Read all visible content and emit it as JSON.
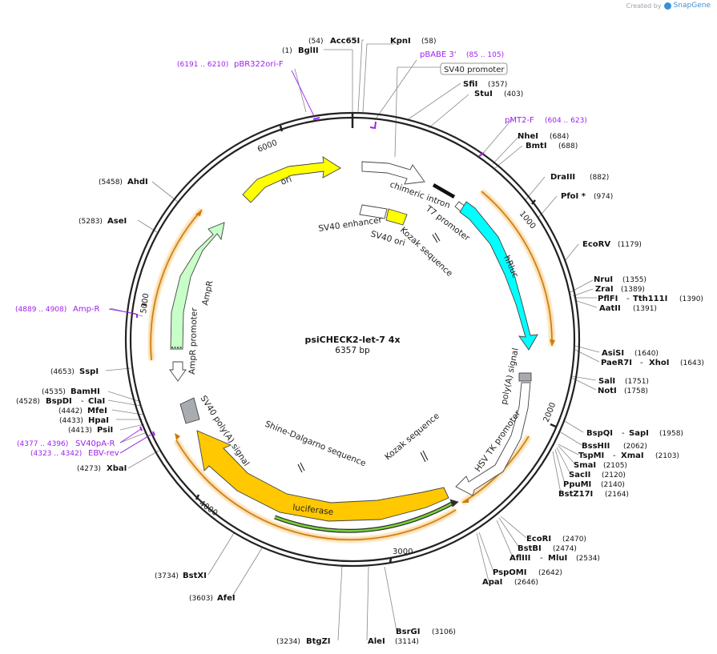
{
  "credit": {
    "prefix": "Created by",
    "brand": "SnapGene"
  },
  "plasmid": {
    "name": "psiCHECK2-let-7 4x",
    "length_label": "6357 bp",
    "length": 6357
  },
  "ticks": [
    "1000",
    "2000",
    "3000",
    "4000",
    "5000",
    "6000"
  ],
  "features": {
    "ori": "ori",
    "chimeric_intron": "chimeric intron",
    "t7_promoter": "T7 promoter",
    "sv40_enhancer": "SV40 enhancer",
    "sv40_ori": "SV40 ori",
    "kozak_1": "Kozak sequence",
    "hrluc": "hRluc",
    "polya": "poly(A) signal",
    "hsv_tk": "HSV TK promoter",
    "kozak_2": "Kozak sequence",
    "shine": "Shine-Dalgarno sequence",
    "sv40_polya": "SV40 poly(A) signal",
    "luciferase": "luciferase",
    "ampr": "AmpR",
    "ampr_promoter": "AmpR promoter"
  },
  "sites": [
    {
      "pos": "(1)",
      "name": "BglII"
    },
    {
      "pos": "(54)",
      "name": "Acc65I"
    },
    {
      "pos": "(58)",
      "name": "KpnI"
    },
    {
      "pos": "(357)",
      "name": "SfiI"
    },
    {
      "pos": "(403)",
      "name": "StuI"
    },
    {
      "pos": "(684)",
      "name": "NheI"
    },
    {
      "pos": "(688)",
      "name": "BmtI"
    },
    {
      "pos": "(882)",
      "name": "DraIII"
    },
    {
      "pos": "(974)",
      "name": "PfoI *"
    },
    {
      "pos": "(1179)",
      "name": "EcoRV"
    },
    {
      "pos": "(1355)",
      "name": "NruI"
    },
    {
      "pos": "(1389)",
      "name": "ZraI"
    },
    {
      "pos": "(1390)",
      "name": "PflFI",
      "name2": "Tth111I"
    },
    {
      "pos": "(1391)",
      "name": "AatII"
    },
    {
      "pos": "(1640)",
      "name": "AsiSI"
    },
    {
      "pos": "(1643)",
      "name": "PaeR7I",
      "name2": "XhoI"
    },
    {
      "pos": "(1751)",
      "name": "SalI"
    },
    {
      "pos": "(1758)",
      "name": "NotI"
    },
    {
      "pos": "(1958)",
      "name": "BspQI",
      "name2": "SapI"
    },
    {
      "pos": "(2062)",
      "name": "BssHII"
    },
    {
      "pos": "(2103)",
      "name": "TspMI",
      "name2": "XmaI"
    },
    {
      "pos": "(2105)",
      "name": "SmaI"
    },
    {
      "pos": "(2120)",
      "name": "SacII"
    },
    {
      "pos": "(2140)",
      "name": "PpuMI"
    },
    {
      "pos": "(2164)",
      "name": "BstZ17I"
    },
    {
      "pos": "(2470)",
      "name": "EcoRI"
    },
    {
      "pos": "(2474)",
      "name": "BstBI"
    },
    {
      "pos": "(2534)",
      "name": "AflIII",
      "name2": "MluI"
    },
    {
      "pos": "(2642)",
      "name": "PspOMI"
    },
    {
      "pos": "(2646)",
      "name": "ApaI"
    },
    {
      "pos": "(3106)",
      "name": "BsrGI"
    },
    {
      "pos": "(3114)",
      "name": "AleI"
    },
    {
      "pos": "(3234)",
      "name": "BtgZI"
    },
    {
      "pos": "(3603)",
      "name": "AfeI"
    },
    {
      "pos": "(3734)",
      "name": "BstXI"
    },
    {
      "pos": "(4273)",
      "name": "XbaI"
    },
    {
      "pos": "(4413)",
      "name": "PsiI"
    },
    {
      "pos": "(4433)",
      "name": "HpaI"
    },
    {
      "pos": "(4442)",
      "name": "MfeI"
    },
    {
      "pos": "(4528)",
      "name": "BspDI",
      "name2": "ClaI"
    },
    {
      "pos": "(4535)",
      "name": "BamHI"
    },
    {
      "pos": "(4653)",
      "name": "SspI"
    },
    {
      "pos": "(5283)",
      "name": "AseI"
    },
    {
      "pos": "(5458)",
      "name": "AhdI"
    }
  ],
  "primers": [
    {
      "range": "(6191 .. 6210)",
      "name": "pBR322ori-F"
    },
    {
      "name": "pBABE 3'",
      "range": "(85 .. 105)"
    },
    {
      "name": "pMT2-F",
      "range": "(604 .. 623)"
    },
    {
      "range": "(4889 .. 4908)",
      "name": "Amp-R"
    },
    {
      "range": "(4377 .. 4396)",
      "name": "SV40pA-R"
    },
    {
      "range": "(4323 .. 4342)",
      "name": "EBV-rev"
    }
  ],
  "boxed_label": "SV40 promoter",
  "colors": {
    "backbone": "#222222",
    "ori": "#ffff00",
    "hrluc": "#00ffff",
    "luciferase": "#ffc800",
    "ampr": "#c8ffc8",
    "primer": "#a020f0",
    "orange_line": "#c97a10",
    "halo": "#fbd9a3",
    "gray_box": "#a8abb0"
  }
}
